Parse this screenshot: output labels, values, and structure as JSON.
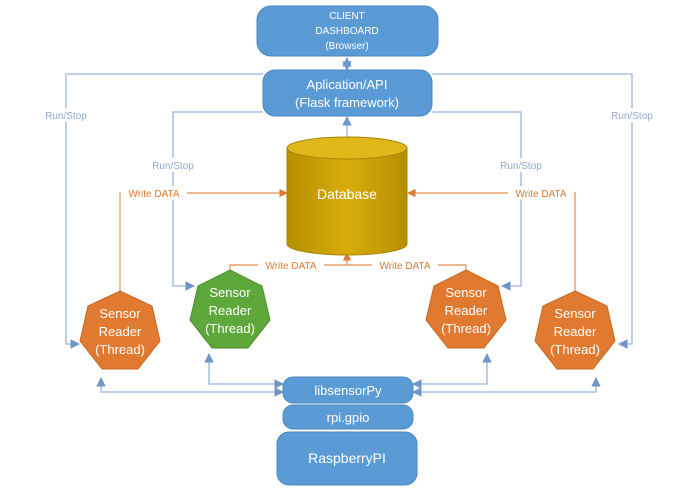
{
  "client": {
    "line1": "CLIENT",
    "line2": "DASHBOARD",
    "line3": "(Browser)"
  },
  "api": {
    "line1": "Aplication/API",
    "line2": "(Flask framework)"
  },
  "database": {
    "label": "Database"
  },
  "sensors": [
    {
      "line1": "Sensor",
      "line2": "Reader",
      "line3": "(Thread)"
    },
    {
      "line1": "Sensor",
      "line2": "Reader",
      "line3": "(Thread)"
    },
    {
      "line1": "Sensor",
      "line2": "Reader",
      "line3": "(Thread)"
    },
    {
      "line1": "Sensor",
      "line2": "Reader",
      "line3": "(Thread)"
    }
  ],
  "libsensor": {
    "label": "libsensorPy"
  },
  "gpio": {
    "label": "rpi.gpio"
  },
  "rpi": {
    "label": "RaspberryPI"
  },
  "edges": {
    "run_stop_outer_left": "Run/Stop",
    "run_stop_outer_right": "Run/Stop",
    "run_stop_inner_left": "Run/Stop",
    "run_stop_inner_right": "Run/Stop",
    "write_data_outer_left": "Write DATA",
    "write_data_outer_right": "Write DATA",
    "write_data_inner_left": "Write DATA",
    "write_data_inner_right": "Write DATA"
  },
  "colors": {
    "box_blue": "#5b9bd5",
    "db_gold": "#c9a000",
    "sensor_orange": "#e07a30",
    "sensor_green": "#5ea83b",
    "connector_blue": "#a9c2e4",
    "connector_orange": "#e9a06a"
  }
}
